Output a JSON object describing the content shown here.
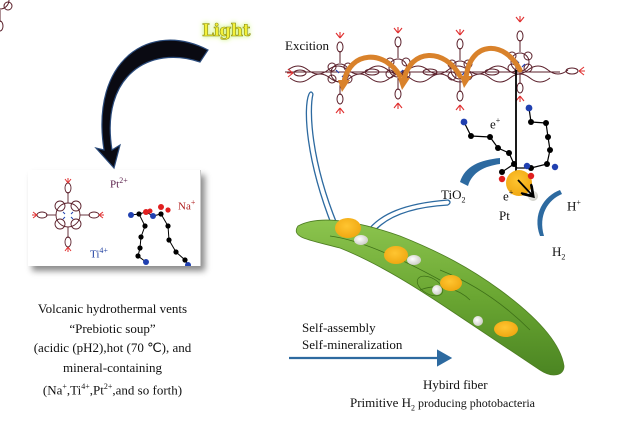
{
  "labels": {
    "light": "Light",
    "excition": "Excition",
    "e_plus_1": "e",
    "e_plus_1_sup": "+",
    "e_plus_2": "e",
    "e_plus_2_sup": "+",
    "tio2_main": "TiO",
    "tio2_sub": "2",
    "pt": "Pt",
    "h_plus": "H",
    "h_plus_sup": "+",
    "h2_main": "H",
    "h2_sub": "2",
    "self_assembly": "Self-assembly",
    "self_mineralization": "Self-mineralization",
    "hybird_fiber": "Hybird fiber",
    "photobacteria_pre": "Primitive H",
    "photobacteria_sub": "2",
    "photobacteria_post": " producing photobacteria"
  },
  "panel": {
    "pt_ion": "Pt",
    "pt_ion_sup": "2+",
    "na_ion": "Na",
    "na_ion_sup": "+",
    "ti_ion": "Ti",
    "ti_ion_sup": "4+"
  },
  "caption": {
    "line1": "Volcanic hydrothermal vents",
    "line2": "“Prebiotic soup”",
    "line3": "(acidic (pH2),hot (70 ℃), and",
    "line4": "mineral-containing",
    "line5_parts": [
      "(Na",
      "+",
      ",Ti",
      "4+",
      ",Pt",
      "2+",
      ",and so forth)"
    ]
  },
  "colors": {
    "fiber_green": "#6aa632",
    "fiber_dark": "#4d8a22",
    "gold": "#f5b21b",
    "silver": "#e6e6e0",
    "blue_arrow": "#2d6aa0",
    "orange_arrow": "#d9822b",
    "porphyrin": "#5a1f2a",
    "substituent_red": "#e03030",
    "nitrogen_blue": "#2040b0",
    "oxygen_red": "#e02020"
  }
}
